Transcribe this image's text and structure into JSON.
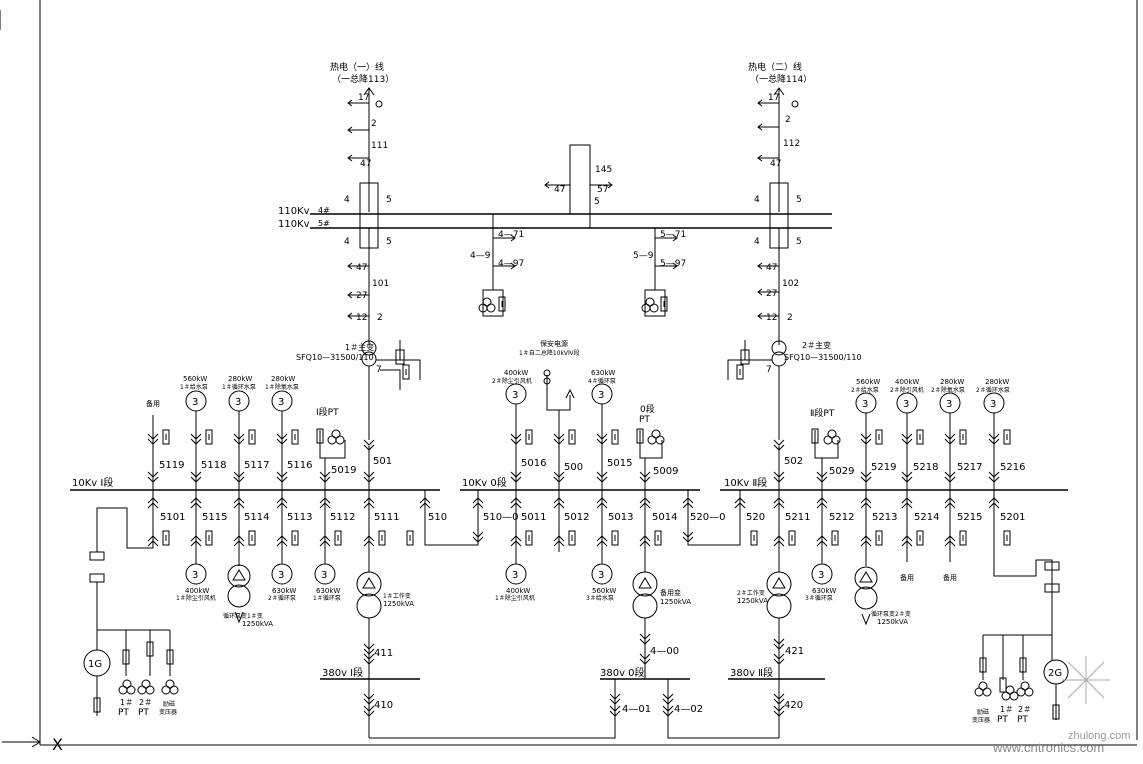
{
  "incoming": {
    "left": {
      "line1": "热电（一）线",
      "line2": "（一总降113）"
    },
    "right": {
      "line1": "热电（二）线",
      "line2": "（一总降114）"
    }
  },
  "bus_110": {
    "label": "110Kv",
    "section4": "4#",
    "section5": "5#"
  },
  "switches_110_left": {
    "s17": "17",
    "s2": "2",
    "s111": "111",
    "s47": "47",
    "s4": "4",
    "s5": "5",
    "s47b": "47",
    "s101": "101",
    "s27": "27",
    "s12": "12",
    "s2b": "2"
  },
  "switches_110_right": {
    "s17": "17",
    "s2": "2",
    "s112": "112",
    "s47": "47",
    "s4": "4",
    "s5": "5",
    "s47b": "47",
    "s102": "102",
    "s27": "27",
    "s12": "12",
    "s2b": "2"
  },
  "tie_110": {
    "s145": "145",
    "s47": "47",
    "s57": "57",
    "s5": "5"
  },
  "pt_110": {
    "left": {
      "s49": "4—9",
      "s471": "4—71",
      "s497": "4—97"
    },
    "right": {
      "s59": "5—9",
      "s571": "5—71",
      "s597": "5—97"
    }
  },
  "main_transformers": {
    "t1": {
      "name": "1＃主变",
      "model": "SFQ10—31500/110",
      "s7": "7"
    },
    "t2": {
      "name": "2＃主变",
      "model": "SFQ10—31500/110",
      "s7": "7"
    }
  },
  "bus_10": {
    "section1": "10Kv  Ⅰ段",
    "section0": "10Kv  0段",
    "section2": "10Kv  Ⅱ段"
  },
  "feeders_upper": {
    "f5119": "5119",
    "f5118": "5118",
    "f5117": "5117",
    "f5116": "5116",
    "f5019": "5019",
    "f501": "501",
    "f5016": "5016",
    "f500": "500",
    "f5015": "5015",
    "f5009": "5009",
    "f502": "502",
    "f5029": "5029",
    "f5219": "5219",
    "f5218": "5218",
    "f5217": "5217",
    "f5216": "5216"
  },
  "feeders_lower": {
    "f5101": "5101",
    "f5115": "5115",
    "f5114": "5114",
    "f5113": "5113",
    "f5112": "5112",
    "f5111": "5111",
    "f510": "510",
    "f5100": "510—0",
    "f5011": "5011",
    "f5012": "5012",
    "f5013": "5013",
    "f5014": "5014",
    "f5200": "520—0",
    "f520": "520",
    "f5211": "5211",
    "f5212": "5212",
    "f5213": "5213",
    "f5214": "5214",
    "f5215": "5215",
    "f5201": "5201"
  },
  "loads_upper": {
    "spare1": "备用",
    "m560": {
      "p": "560kW",
      "n": "1＃给水泵"
    },
    "m280a": {
      "p": "280kW",
      "n": "1＃循环水泵"
    },
    "m280b": {
      "p": "280kW",
      "n": "1＃除氧水泵"
    },
    "pt1": "Ⅰ段PT",
    "m400a": {
      "p": "400kW",
      "n": "2＃除尘引风机"
    },
    "station": {
      "l1": "保安电源",
      "l2": "1＃自二总降10kVⅣ段"
    },
    "m630a": {
      "p": "630kW",
      "n": "4＃循环泵"
    },
    "pt0": "0段",
    "pt0b": "PT",
    "pt2": "Ⅱ段PT",
    "m560b": {
      "p": "560kW",
      "n": "2＃给水泵"
    },
    "m400b": {
      "p": "400kW",
      "n": "2＃除引风机"
    },
    "m280c": {
      "p": "280kW",
      "n": "2＃除氧水泵"
    },
    "m280d": {
      "p": "280kW",
      "n": "2＃循环水泵"
    }
  },
  "loads_lower": {
    "m400c": {
      "p": "400kW",
      "n": "1＃除尘引风机"
    },
    "t_eq1": {
      "n": "循环泵变1＃变",
      "p": "1250kVA"
    },
    "m630b": {
      "p": "630kW",
      "n": "2＃循环泵"
    },
    "m630c": {
      "p": "630kW",
      "n": "1＃循环泵"
    },
    "tw1": {
      "n": "1＃工作变",
      "p": "1250kVA"
    },
    "m400d": {
      "p": "400kW",
      "n": "1＃除尘引风机"
    },
    "m560c": {
      "p": "560kW",
      "n": "3＃给水泵"
    },
    "tb": {
      "n": "备用变",
      "p": "1250kVA"
    },
    "tw2": {
      "n": "2＃工作变",
      "p": "1250kVA"
    },
    "m630d": {
      "p": "630kW",
      "n": "3＃循环泵"
    },
    "t_eq2": {
      "n": "循环泵变2＃变",
      "p": "1250kVA"
    },
    "spare2": "备用",
    "spare3": "备用"
  },
  "generators": {
    "g1": {
      "name": "1G",
      "pt1": "1＃",
      "pt1b": "PT",
      "pt2": "2＃",
      "pt2b": "PT",
      "exc": "励磁",
      "exc2": "变压器"
    },
    "g2": {
      "name": "2G",
      "pt1": "1＃",
      "pt1b": "PT",
      "pt2": "2＃",
      "pt2b": "PT",
      "exc": "励磁",
      "exc2": "变压器"
    }
  },
  "low_voltage": {
    "b1": "380v  Ⅰ段",
    "b0": "380v  0段",
    "b2": "380v  Ⅱ段",
    "s411": "411",
    "s400": "4—00",
    "s421": "421",
    "s410": "410",
    "s401": "4—01",
    "s402": "4—02",
    "s420": "420"
  },
  "axis_marker": "X",
  "watermarks": {
    "w1": "zhulong.com",
    "w2": "www.cntronics.com"
  }
}
